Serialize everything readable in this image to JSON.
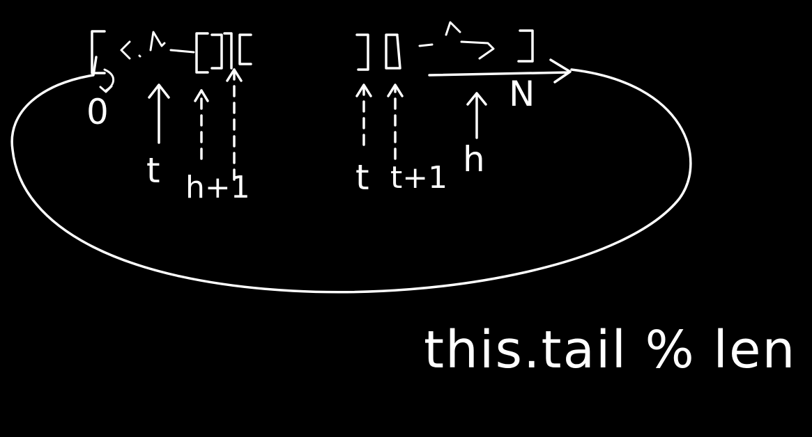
{
  "colors": {
    "background": "#000000",
    "ink": "#ffffff"
  },
  "diagram": {
    "labels": {
      "zero": "0",
      "t_left": "t",
      "h_plus_1": "h+1",
      "t_right": "t",
      "t_plus_1": "t+1",
      "h_right": "h",
      "n_end": "N"
    },
    "formula": "this.tail % len"
  }
}
